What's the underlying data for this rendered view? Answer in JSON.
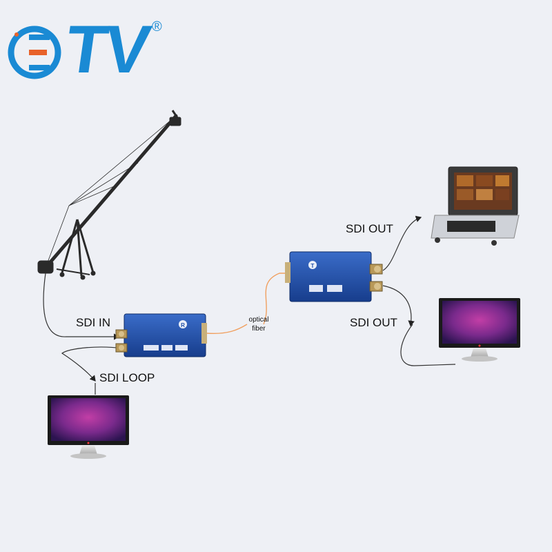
{
  "brand": {
    "name": "TV",
    "registered": "®",
    "colors": {
      "primary": "#1a8ad4",
      "accent": "#e8622a"
    }
  },
  "labels": {
    "sdi_in": "SDI IN",
    "sdi_loop": "SDI LOOP",
    "optical_fiber_line1": "optical",
    "optical_fiber_line2": "fiber",
    "sdi_out_top": "SDI OUT",
    "sdi_out_bottom": "SDI OUT"
  },
  "devices": {
    "transmitter_badge": "R",
    "receiver_badge": "T"
  },
  "colors": {
    "device_blue": "#1f4fa8",
    "fiber": "#f0a060",
    "screen_center": "#b0329a",
    "screen_edge": "#3a1860"
  }
}
